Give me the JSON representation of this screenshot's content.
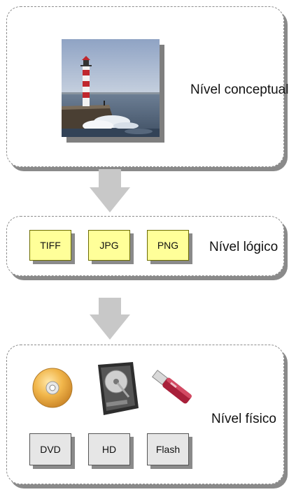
{
  "levels": {
    "conceptual": {
      "label": "Nível conceptual"
    },
    "logical": {
      "label": "Nível lógico",
      "formats": [
        "TIFF",
        "JPG",
        "PNG"
      ]
    },
    "physical": {
      "label": "Nível físico",
      "media": [
        "DVD",
        "HD",
        "Flash"
      ]
    }
  },
  "icons": {
    "photo": "lighthouse-photo",
    "disc": "dvd-disc-icon",
    "drive": "hard-drive-icon",
    "flash": "usb-flash-drive-icon",
    "arrow": "down-arrow-icon"
  },
  "colors": {
    "format_box": "#ffff99",
    "media_box": "#e6e6e6",
    "arrow": "#c8c8c8",
    "shadow": "#8a8a8a"
  }
}
